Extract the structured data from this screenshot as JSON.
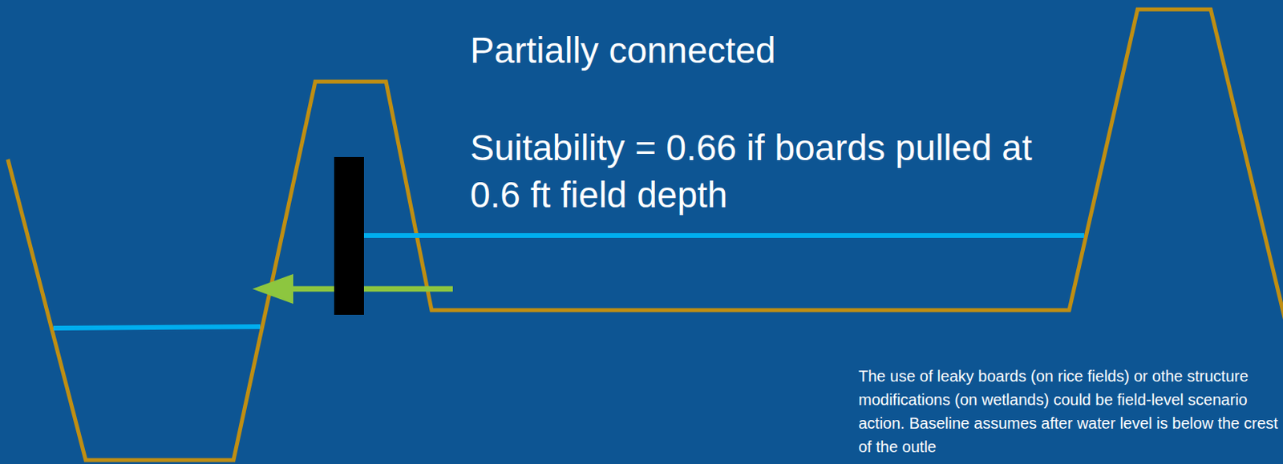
{
  "diagram": {
    "title": "Partially connected",
    "labels": [
      "Suitability = 0.66 if boards pulled at 0.6 ft field depth",
      "The use of leaky boards (on rice fields) or othe structure modifications (on wetlands) could be field-level scenario action. Baseline assumes after water level is below the crest of the outle"
    ]
  }
}
